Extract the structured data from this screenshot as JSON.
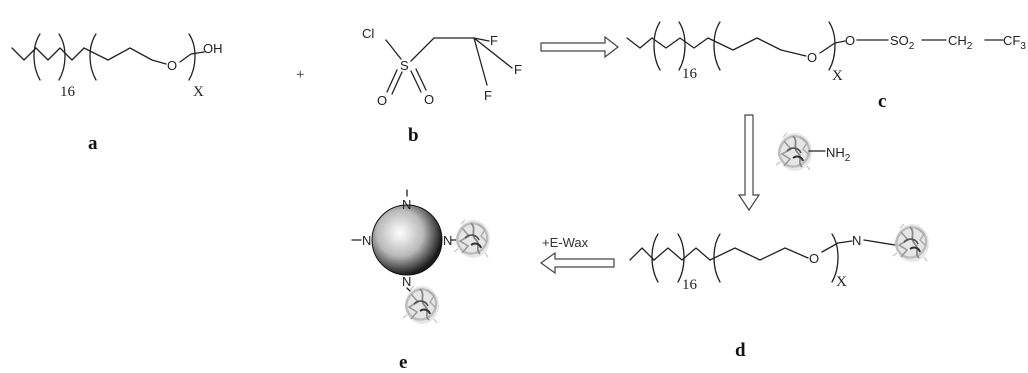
{
  "compound_a": {
    "hydroxyl": "OH",
    "oxygen": "O",
    "chain_count": "16",
    "repeat": "X",
    "label": "a"
  },
  "compound_b": {
    "chlorine": "Cl",
    "sulfur": "S",
    "oxygen_1": "O",
    "oxygen_2": "O",
    "fluorine_1": "F",
    "fluorine_2": "F",
    "fluorine_3": "F",
    "label": "b"
  },
  "compound_c": {
    "chain_count": "16",
    "oxygen": "O",
    "repeat": "X",
    "ester_oxygen": "O",
    "sulfonyl": "SO",
    "sulfonyl_sub": "2",
    "methylene": "CH",
    "methylene_sub": "2",
    "trifluoromethyl": "CF",
    "trifluoromethyl_sub": "3",
    "label": "c"
  },
  "compound_d": {
    "chain_count": "16",
    "oxygen": "O",
    "repeat": "X",
    "nitrogen": "N",
    "label": "d"
  },
  "enzyme_reagent": {
    "amine": "NH",
    "amine_sub": "2"
  },
  "reaction": {
    "plus_sign": "+",
    "wax_note": "+E-Wax"
  },
  "product_e": {
    "n_top": "N",
    "n_left": "N",
    "n_right": "N",
    "n_bottom": "N",
    "label": "e"
  },
  "colors": {
    "ink": "#222222",
    "arrow_outline": "#444444",
    "sphere_highlight": "#ffffff",
    "sphere_shadow": "#1a1a1a",
    "protein_gray": "#9a9a9a"
  },
  "icons": {
    "protein": "protein-ribbon-icon",
    "particle": "wax-sphere-icon"
  }
}
